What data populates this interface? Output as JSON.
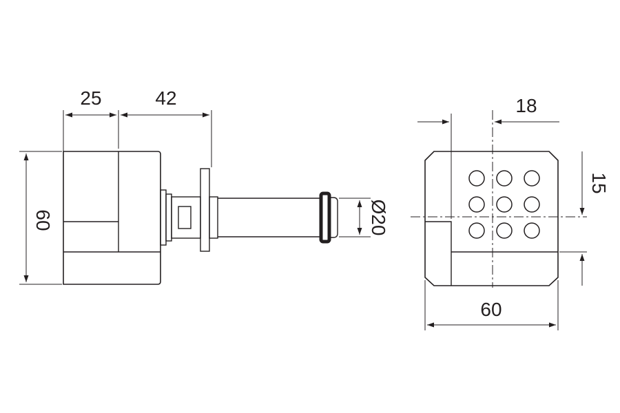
{
  "side_view": {
    "dim_width_body": "25",
    "dim_length_spout": "42",
    "dim_height": "60",
    "dim_diameter": "Ø20"
  },
  "front_view": {
    "dim_offset": "18",
    "dim_vertical": "15",
    "dim_width": "60"
  },
  "colors": {
    "line": "#231f20",
    "background": "#ffffff"
  }
}
